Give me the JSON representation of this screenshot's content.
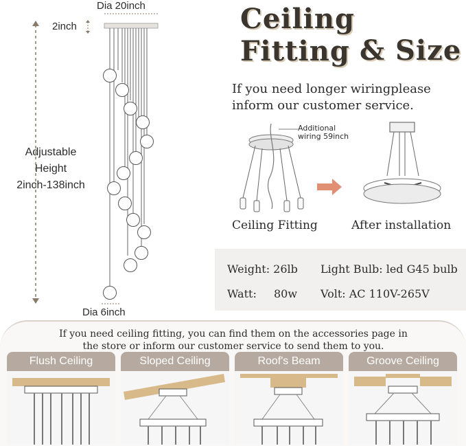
{
  "header": {
    "title_line1": "Ceiling Fitting",
    "title_line2": "& Size"
  },
  "dimensions": {
    "top_diameter": "Dia 20inch",
    "canopy_height": "2inch",
    "adjustable_line1": "Adjustable",
    "adjustable_line2": "Height",
    "adjustable_line3": "2inch-138inch",
    "bottom_diameter": "Dia 6inch"
  },
  "wiring": {
    "note_line1": "If you need longer wiringplease",
    "note_line2": "inform our customer service.",
    "additional_line1": "Additional",
    "additional_line2": "wiring 59inch",
    "caption_fitting": "Ceiling Fitting",
    "caption_after": "After installation"
  },
  "specs": {
    "weight": "Weight: 26lb",
    "bulb": "Light Bulb: led G45 bulb",
    "watt_label": "Watt:",
    "watt_value": "80w",
    "volt": "Volt: AC 110V-265V"
  },
  "accessory": {
    "line1": "If you need ceiling fitting, you can find them on the accessories page in",
    "line2": "the store or inform our customer service to send them to you."
  },
  "ceiling_types": [
    {
      "label": "Flush Ceiling"
    },
    {
      "label": "Sloped Ceiling"
    },
    {
      "label": "Roof's Beam"
    },
    {
      "label": "Groove Ceiling"
    }
  ],
  "colors": {
    "title": "#3a352f",
    "title_shadow": "#d9cbb6",
    "tab": "#b6aaa0",
    "wood": "#d8b98a",
    "arrow": "#e08f72",
    "dim_line": "#8a7a68"
  }
}
